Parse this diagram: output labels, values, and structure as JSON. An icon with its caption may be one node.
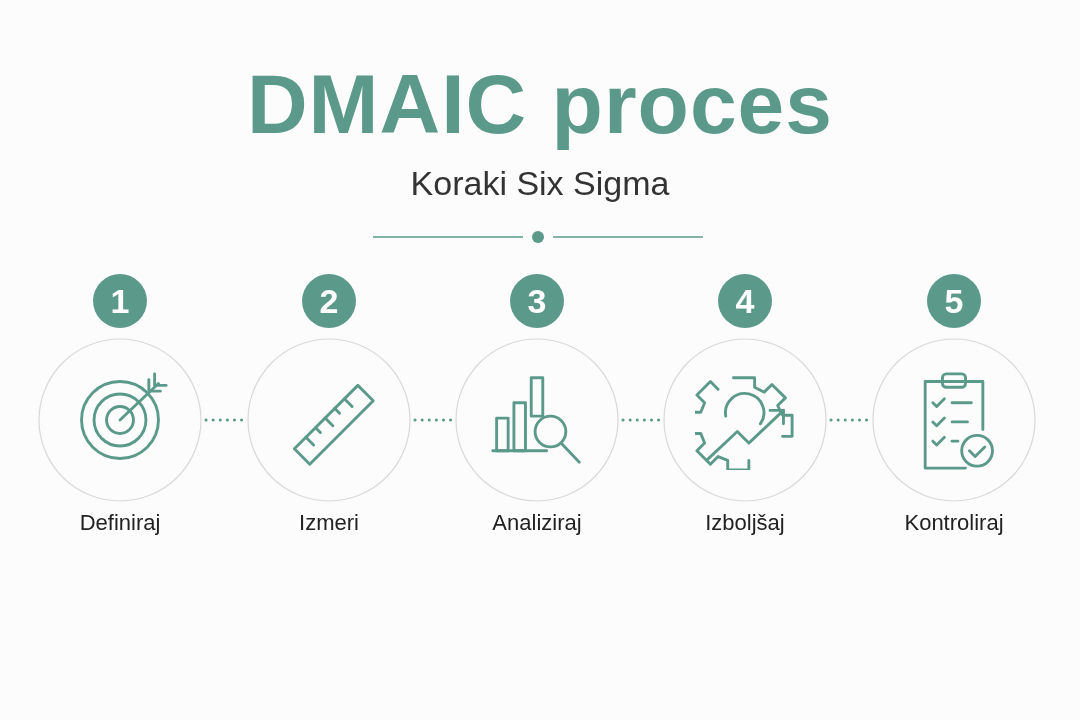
{
  "diagram": {
    "title": "DMAIC proces",
    "nodes": [
      {
        "text": [
          "1",
          "Definiraj"
        ]
      },
      {
        "text": [
          "2",
          "Izmeri"
        ]
      },
      {
        "text": [
          "3",
          "Analiziraj"
        ]
      },
      {
        "text": [
          "4",
          "Izboljšaj"
        ]
      },
      {
        "text": [
          "5",
          "Kontroliraj"
        ]
      }
    ],
    "edges": [
      {
        "from": 0,
        "to": 1,
        "arrow": "none",
        "style": "dashed"
      },
      {
        "from": 1,
        "to": 2,
        "arrow": "none",
        "style": "dashed"
      },
      {
        "from": 2,
        "to": 3,
        "arrow": "none",
        "style": "dashed"
      },
      {
        "from": 3,
        "to": 4,
        "arrow": "none",
        "style": "dashed"
      }
    ],
    "labels": [
      "Koraki Six Sigma"
    ]
  }
}
